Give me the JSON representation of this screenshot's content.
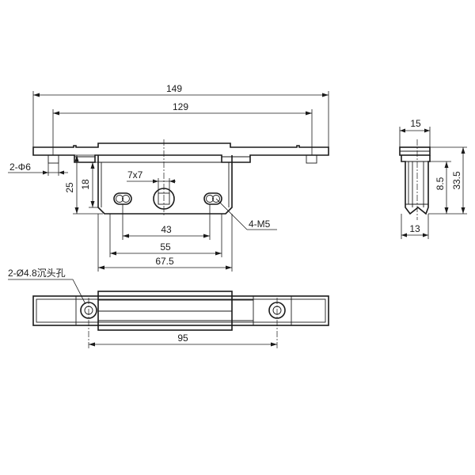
{
  "dimensions": {
    "overall_length": "149",
    "inner_length": "129",
    "hole_dia": "2-Φ6",
    "height_25": "25",
    "height_18": "18",
    "square_hole": "7x7",
    "span_43": "43",
    "span_55": "55",
    "span_675": "67.5",
    "thread": "4-M5",
    "side_width_top": "15",
    "side_85": "8.5",
    "side_335": "33.5",
    "side_width_bottom": "13",
    "countersunk": "2-Ø4.8沉头孔",
    "bottom_span": "95"
  }
}
